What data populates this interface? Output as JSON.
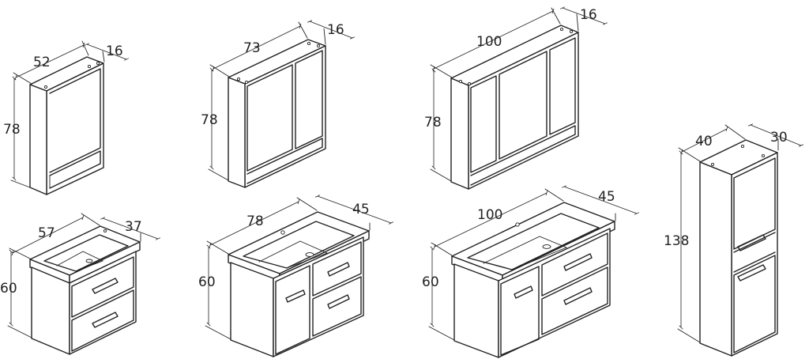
{
  "diagram": {
    "items": [
      {
        "id": "mirror-cabinet-52",
        "labels": {
          "width": "52",
          "depth": "16",
          "height": "78"
        }
      },
      {
        "id": "mirror-cabinet-73",
        "labels": {
          "width": "73",
          "depth": "16",
          "height": "78"
        }
      },
      {
        "id": "mirror-cabinet-100",
        "labels": {
          "width": "100",
          "depth": "16",
          "height": "78"
        }
      },
      {
        "id": "tall-column-40",
        "labels": {
          "width": "40",
          "depth": "30",
          "height": "138"
        }
      },
      {
        "id": "vanity-57",
        "labels": {
          "width": "57",
          "depth": "37",
          "height": "60"
        }
      },
      {
        "id": "vanity-78",
        "labels": {
          "width": "78",
          "depth": "45",
          "height": "60"
        }
      },
      {
        "id": "vanity-100",
        "labels": {
          "width": "100",
          "depth": "45",
          "height": "60"
        }
      }
    ],
    "colors": {
      "line": "#222222",
      "background": "#ffffff"
    }
  }
}
